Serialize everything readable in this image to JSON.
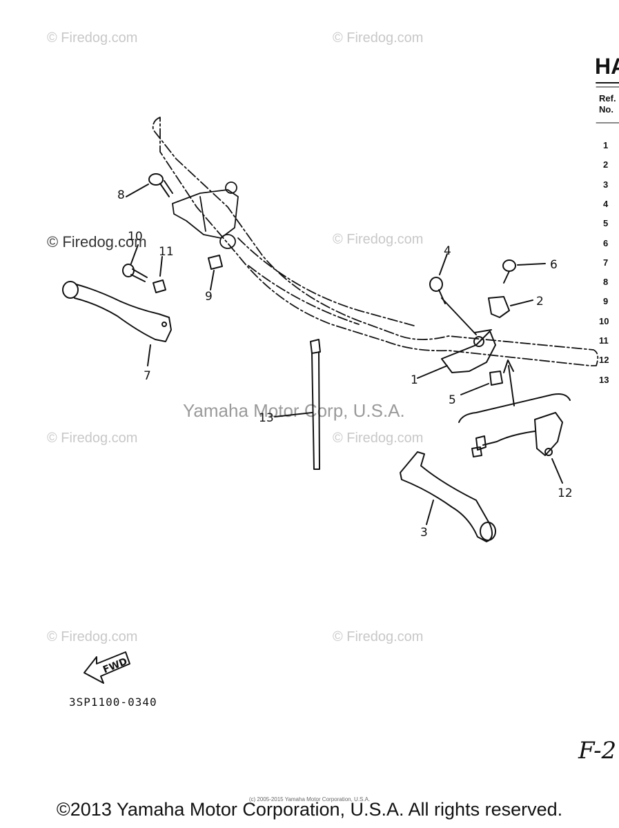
{
  "watermark": "© Firedog.com",
  "center_watermark": "Yamaha Motor Corp, U.S.A.",
  "header": {
    "title": "HA",
    "ref_label_line1": "Ref.",
    "ref_label_line2": "No.",
    "rows": [
      "1",
      "2",
      "3",
      "4",
      "5",
      "6",
      "7",
      "8",
      "9",
      "10",
      "11",
      "12",
      "13"
    ]
  },
  "callouts": {
    "c1": "1",
    "c2": "2",
    "c3": "3",
    "c4": "4",
    "c5": "5",
    "c6": "6",
    "c7": "7",
    "c8": "8",
    "c9": "9",
    "c10": "10",
    "c11": "11",
    "c12": "12",
    "c13": "13"
  },
  "fwd_label": "FWD",
  "diagram_code": "3SP1100-0340",
  "hand_note": "F-2",
  "small_copyright": "(c) 2005-2015 Yamaha Motor Corporation, U.S.A.",
  "footer": "©2013 Yamaha Motor Corporation, U.S.A. All rights reserved."
}
